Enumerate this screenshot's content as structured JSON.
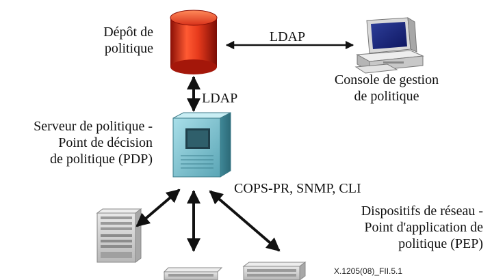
{
  "repository": {
    "line1": "Dépôt de",
    "line2": "politique"
  },
  "console": {
    "line1": "Console de gestion",
    "line2": "de politique"
  },
  "server": {
    "line1": "Serveur de politique -",
    "line2": "Point de décision",
    "line3": "de politique (PDP)"
  },
  "devices": {
    "line1": "Dispositifs de réseau -",
    "line2": "Point d'application de",
    "line3": "politique (PEP)"
  },
  "links": {
    "ldap_horizontal": "LDAP",
    "ldap_vertical": "LDAP",
    "protocols": "COPS-PR, SNMP, CLI"
  },
  "figure_ref": "X.1205(08)_FII.5.1",
  "icons": [
    "database-icon",
    "computer-console-icon",
    "server-tower-icon",
    "network-chassis-icon",
    "network-switch-icon"
  ],
  "colors": {
    "database": "#e0301c",
    "server": "#7fc1cf",
    "arrow": "#111111"
  }
}
